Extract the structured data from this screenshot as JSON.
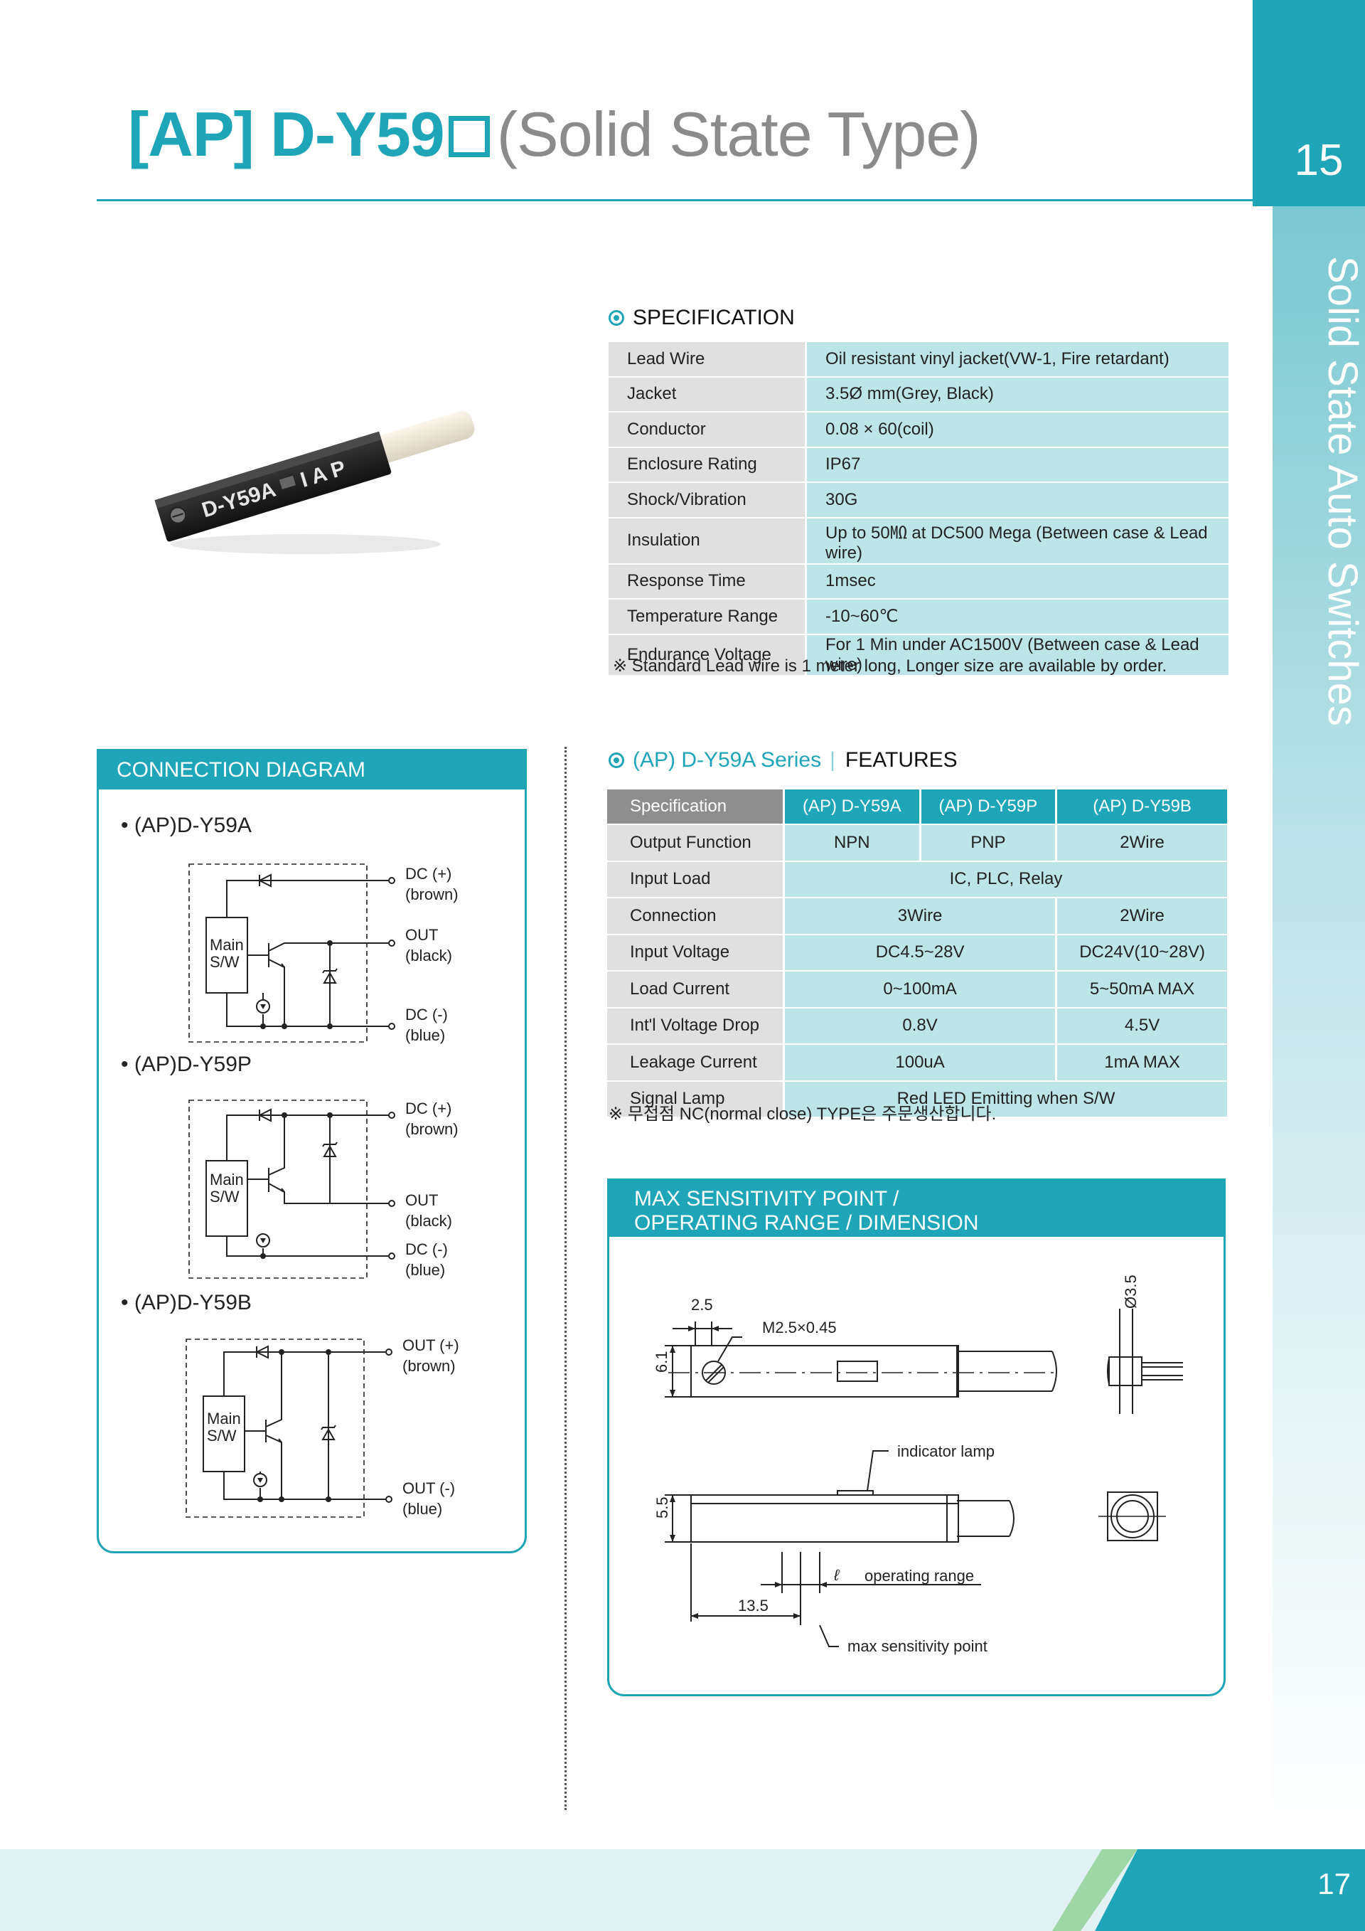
{
  "header": {
    "title_code": "[AP] D-Y59",
    "title_suffix": "(Solid State Type)",
    "chapter_number": "15",
    "side_label": "Solid State Auto Switches"
  },
  "product_photo": {
    "label": "D-Y59A",
    "label2": "I A P"
  },
  "specification": {
    "heading": "SPECIFICATION",
    "rows": [
      {
        "label": "Lead Wire",
        "value": "Oil resistant vinyl jacket(VW-1, Fire retardant)"
      },
      {
        "label": "Jacket",
        "value": "3.5Ø mm(Grey, Black)"
      },
      {
        "label": "Conductor",
        "value": "0.08 × 60(coil)"
      },
      {
        "label": "Enclosure Rating",
        "value": "IP67"
      },
      {
        "label": "Shock/Vibration",
        "value": "30G"
      },
      {
        "label": "Insulation",
        "value": "Up to 50㏁ at DC500 Mega (Between case & Lead wire)"
      },
      {
        "label": "Response Time",
        "value": "1msec"
      },
      {
        "label": "Temperature Range",
        "value": "-10~60℃"
      },
      {
        "label": "Endurance Voltage",
        "value": "For 1 Min under AC1500V (Between case & Lead wire)"
      }
    ],
    "note": "※ Standard Lead wire is 1 meter long, Longer size are available by order."
  },
  "features": {
    "heading_series": "(AP) D-Y59A Series",
    "heading_separator": "|",
    "heading_label": "FEATURES",
    "columns": [
      "Specification",
      "(AP) D-Y59A",
      "(AP) D-Y59P",
      "(AP) D-Y59B"
    ],
    "rows": {
      "output_function": {
        "label": "Output Function",
        "a": "NPN",
        "p": "PNP",
        "b": "2Wire"
      },
      "input_load": {
        "label": "Input Load",
        "all": "IC, PLC, Relay"
      },
      "connection": {
        "label": "Connection",
        "ap": "3Wire",
        "b": "2Wire"
      },
      "input_voltage": {
        "label": "Input Voltage",
        "ap": "DC4.5~28V",
        "b": "DC24V(10~28V)"
      },
      "load_current": {
        "label": "Load Current",
        "ap": "0~100mA",
        "b": "5~50mA MAX"
      },
      "voltage_drop": {
        "label": "Int'l Voltage Drop",
        "ap": "0.8V",
        "b": "4.5V"
      },
      "leakage_current": {
        "label": "Leakage Current",
        "ap": "100uA",
        "b": "1mA MAX"
      },
      "signal_lamp": {
        "label": "Signal Lamp",
        "all": "Red LED Emitting when S/W"
      }
    },
    "note": "※ 무접점 NC(normal close) TYPE은 주문생산합니다."
  },
  "connection_diagram": {
    "heading": "CONNECTION DIAGRAM",
    "main_label_1": "Main",
    "main_label_2": "S/W",
    "diagrams": [
      {
        "title": "• (AP)D-Y59A",
        "t1": "DC (+)",
        "t1s": "(brown)",
        "t2": "OUT",
        "t2s": "(black)",
        "t3": "DC (-)",
        "t3s": "(blue)"
      },
      {
        "title": "• (AP)D-Y59P",
        "t1": "DC (+)",
        "t1s": "(brown)",
        "t2": "OUT",
        "t2s": "(black)",
        "t3": "DC (-)",
        "t3s": "(blue)"
      },
      {
        "title": "• (AP)D-Y59B",
        "t1": "OUT (+)",
        "t1s": "(brown)",
        "t3": "OUT (-)",
        "t3s": "(blue)"
      }
    ]
  },
  "dimension": {
    "heading_line1": "MAX SENSITIVITY POINT /",
    "heading_line2": "OPERATING RANGE / DIMENSION",
    "dim_2_5": "2.5",
    "thread": "M2.5×0.45",
    "dim_6_1": "6.1",
    "dim_phi_3_5": "Ø3.5",
    "indicator": "indicator lamp",
    "dim_5_5": "5.5",
    "ell": "ℓ",
    "operating_range": "operating range",
    "dim_13_5": "13.5",
    "max_point": "max sensitivity point"
  },
  "footer": {
    "page_number": "17"
  },
  "colors": {
    "accent": "#1fa5b8",
    "cell_value": "#bde4e6",
    "cell_label": "#e0e0e0",
    "grey_title": "#8b8b8b"
  }
}
